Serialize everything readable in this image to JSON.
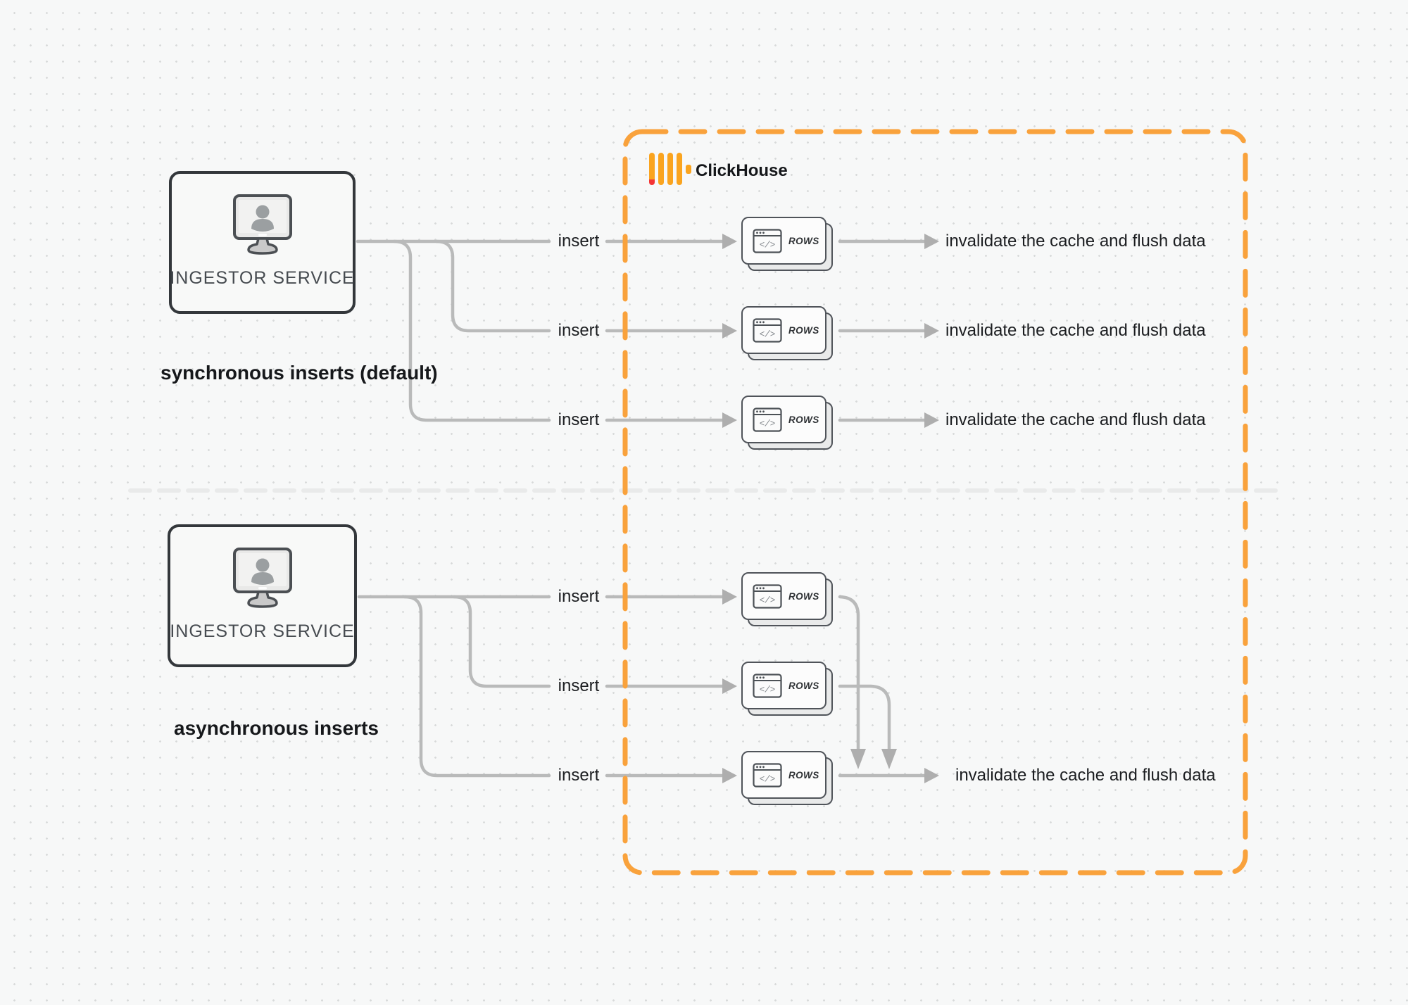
{
  "colors": {
    "background": "#f7f8f8",
    "dot_grid": "#d8dada",
    "flow_line": "#b9baba",
    "arrowhead": "#aeaeae",
    "boundary_orange": "#f9a23c",
    "divider_gray": "#e9eaea",
    "text_dark": "#1b1d20",
    "box_border": "#33373b",
    "logo_yellow": "#faa41f",
    "logo_red": "#f43535"
  },
  "clickhouse": {
    "label": "ClickHouse"
  },
  "sync": {
    "source_label": "INGESTOR SERVICE",
    "caption": "synchronous inserts (default)",
    "rows": [
      {
        "insert": "insert",
        "card": "ROWS",
        "result": "invalidate the cache and flush data"
      },
      {
        "insert": "insert",
        "card": "ROWS",
        "result": "invalidate the cache and flush data"
      },
      {
        "insert": "insert",
        "card": "ROWS",
        "result": "invalidate the cache and flush data"
      }
    ]
  },
  "async": {
    "source_label": "INGESTOR SERVICE",
    "caption": "asynchronous inserts",
    "rows": [
      {
        "insert": "insert",
        "card": "ROWS"
      },
      {
        "insert": "insert",
        "card": "ROWS"
      },
      {
        "insert": "insert",
        "card": "ROWS"
      }
    ],
    "result": "invalidate the cache and flush data"
  },
  "icons": {
    "code_glyph": "</>"
  }
}
